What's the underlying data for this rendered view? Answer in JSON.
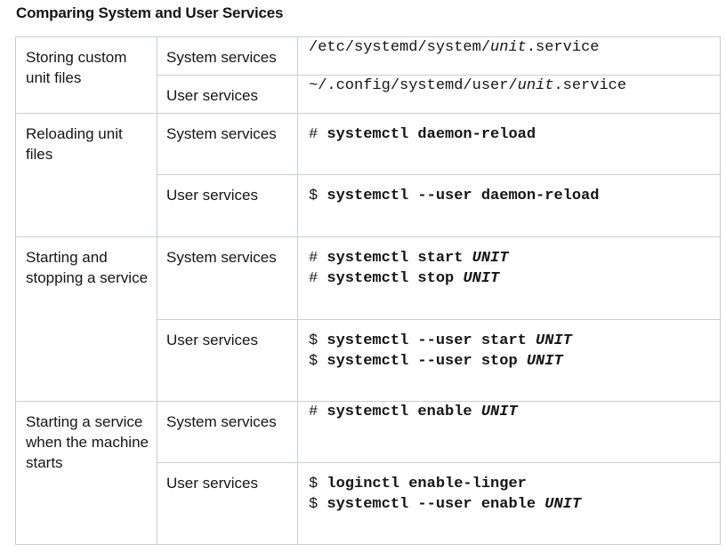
{
  "title": "Comparing System and User Services",
  "rows": [
    {
      "task": "Storing custom unit files",
      "system_label": "System services",
      "user_label": "User services",
      "system_cmd": {
        "prefix": "/etc/systemd/system/",
        "unit": "unit",
        "suffix": ".service"
      },
      "user_cmd": {
        "prefix": "~/.config/systemd/user/",
        "unit": "unit",
        "suffix": ".service"
      }
    },
    {
      "task": "Reloading unit files",
      "system_label": "System services",
      "user_label": "User services",
      "system_cmd": {
        "prompt": "# ",
        "cmd": "systemctl daemon-reload"
      },
      "user_cmd": {
        "prompt": "$ ",
        "cmd": "systemctl --user daemon-reload"
      }
    },
    {
      "task": "Starting and stopping a service",
      "system_label": "System services",
      "user_label": "User services",
      "system_lines": [
        {
          "prompt": "# ",
          "cmd": "systemctl start ",
          "arg": "UNIT"
        },
        {
          "prompt": "# ",
          "cmd": "systemctl stop ",
          "arg": "UNIT"
        }
      ],
      "user_lines": [
        {
          "prompt": "$ ",
          "cmd": "systemctl --user start ",
          "arg": "UNIT"
        },
        {
          "prompt": "$ ",
          "cmd": "systemctl --user stop ",
          "arg": "UNIT"
        }
      ]
    },
    {
      "task": "Starting a service when the machine starts",
      "system_label": "System services",
      "user_label": "User services",
      "system_lines": [
        {
          "prompt": "# ",
          "cmd": "systemctl enable ",
          "arg": "UNIT"
        }
      ],
      "user_lines": [
        {
          "prompt": "$ ",
          "cmd": "loginctl enable-linger",
          "arg": ""
        },
        {
          "prompt": "$ ",
          "cmd": "systemctl --user enable ",
          "arg": "UNIT"
        }
      ]
    }
  ]
}
